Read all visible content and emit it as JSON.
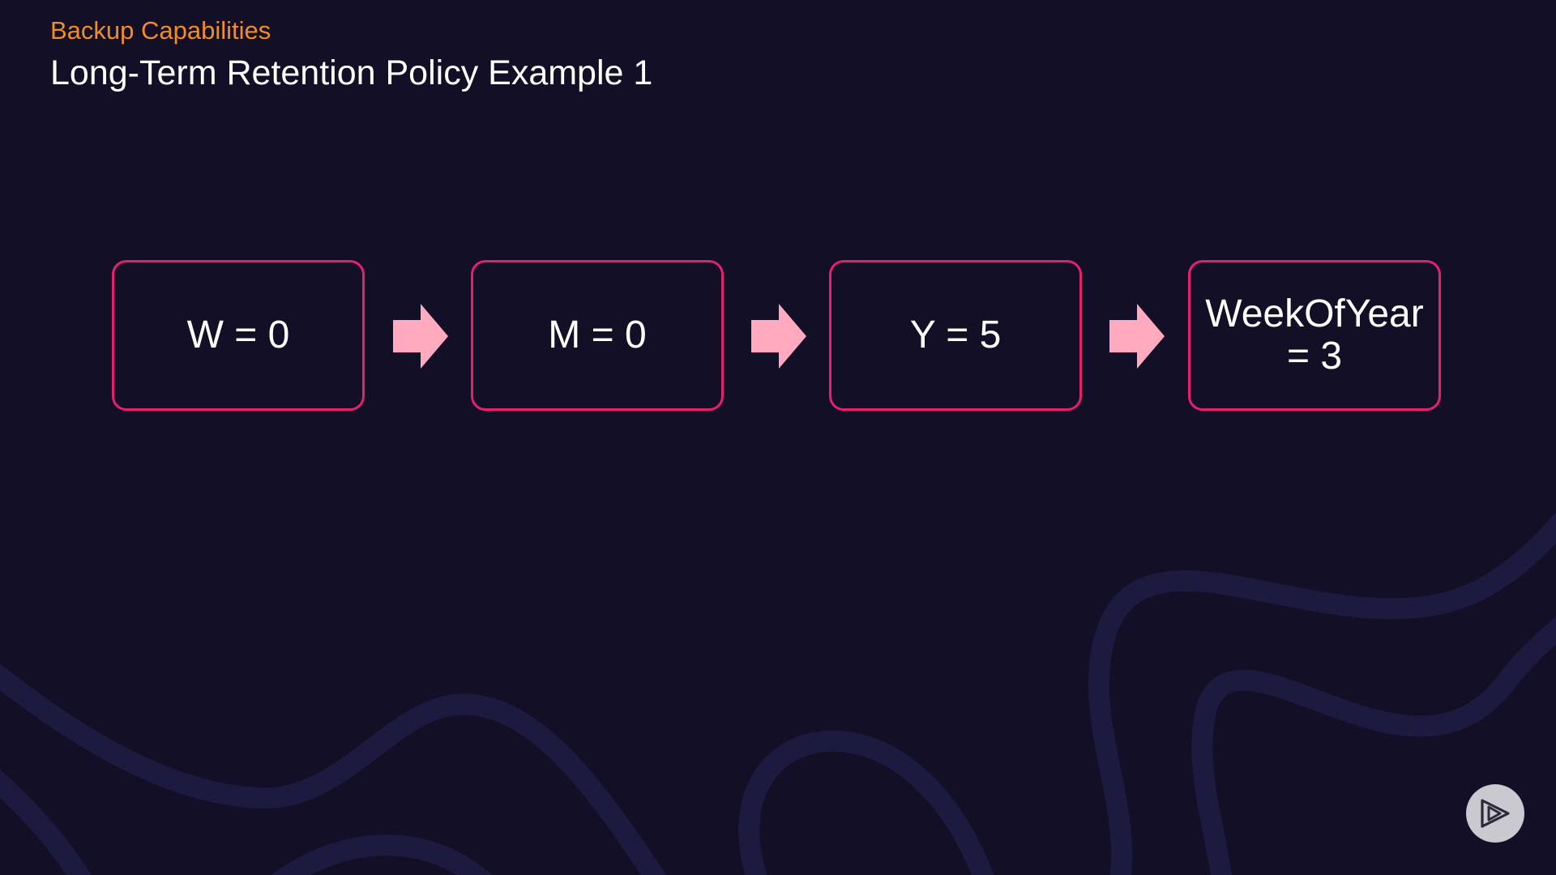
{
  "header": {
    "eyebrow": "Backup Capabilities",
    "title": "Long-Term Retention Policy Example 1"
  },
  "flow": {
    "steps": [
      {
        "label": "W = 0"
      },
      {
        "label": "M = 0"
      },
      {
        "label": "Y = 5"
      },
      {
        "label": "WeekOfYear = 3"
      }
    ]
  },
  "colors": {
    "background": "#120f26",
    "eyebrow": "#f28c28",
    "box_border": "#e6206f",
    "arrow": "#ffaabf",
    "wave": "#1d1a3f",
    "logo": "#c9c9cf"
  },
  "icons": {
    "arrow": "arrow-right-icon",
    "logo": "play-logo-icon"
  }
}
